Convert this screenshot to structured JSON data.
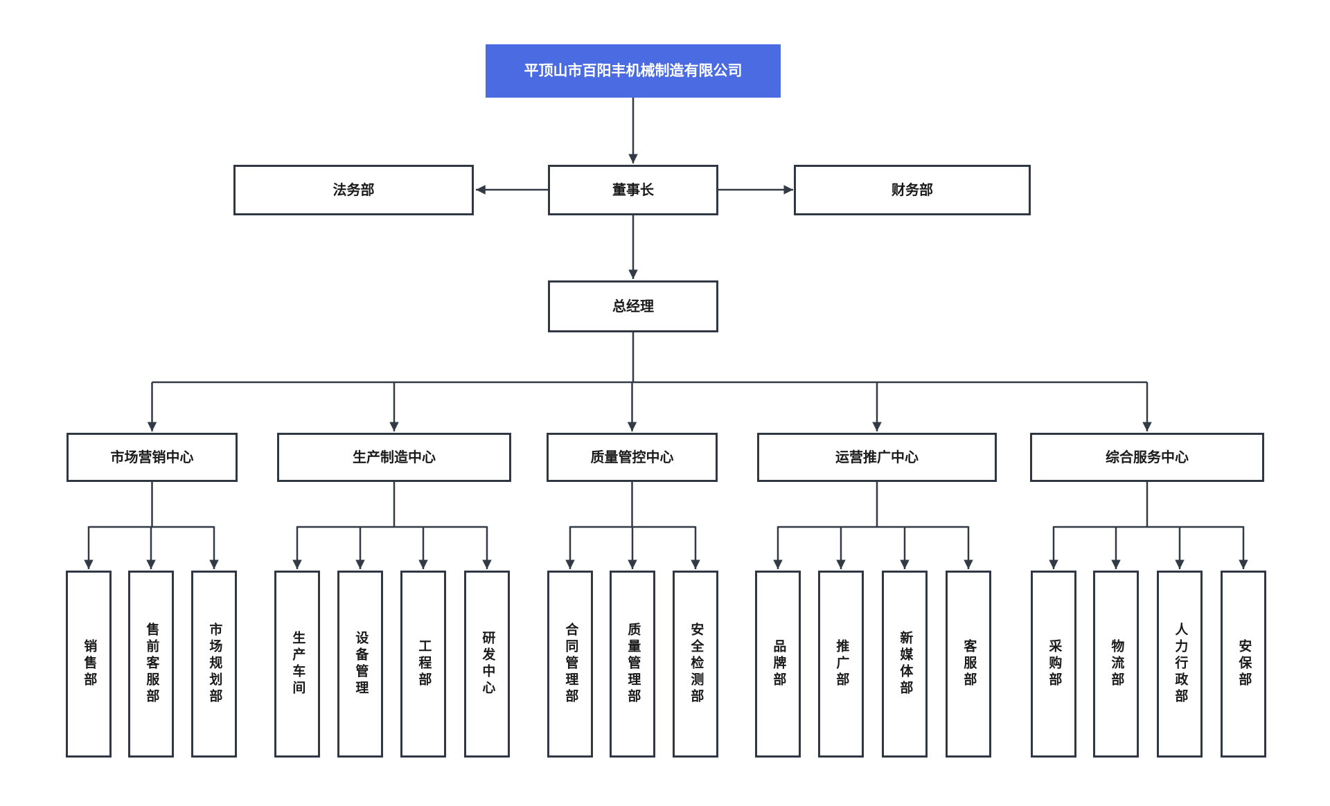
{
  "org": {
    "company": "平顶山市百阳丰机械制造有限公司",
    "chairman": "董事长",
    "legal": "法务部",
    "finance": "财务部",
    "general_manager": "总经理",
    "centers": [
      {
        "label": "市场营销中心",
        "departments": [
          "销售部",
          "售前客服部",
          "市场规划部"
        ]
      },
      {
        "label": "生产制造中心",
        "departments": [
          "生产车间",
          "设备管理",
          "工程部",
          "研发中心"
        ]
      },
      {
        "label": "质量管控中心",
        "departments": [
          "合同管理部",
          "质量管理部",
          "安全检测部"
        ]
      },
      {
        "label": "运营推广中心",
        "departments": [
          "品牌部",
          "推广部",
          "新媒体部",
          "客服部"
        ]
      },
      {
        "label": "综合服务中心",
        "departments": [
          "采购部",
          "物流部",
          "人力行政部",
          "安保部"
        ]
      }
    ]
  },
  "colors": {
    "root_fill": "#4a6be1",
    "root_text": "#ffffff",
    "node_border": "#2e3743",
    "node_text": "#1a1a1a",
    "connector": "#323a45",
    "background": "#ffffff"
  }
}
